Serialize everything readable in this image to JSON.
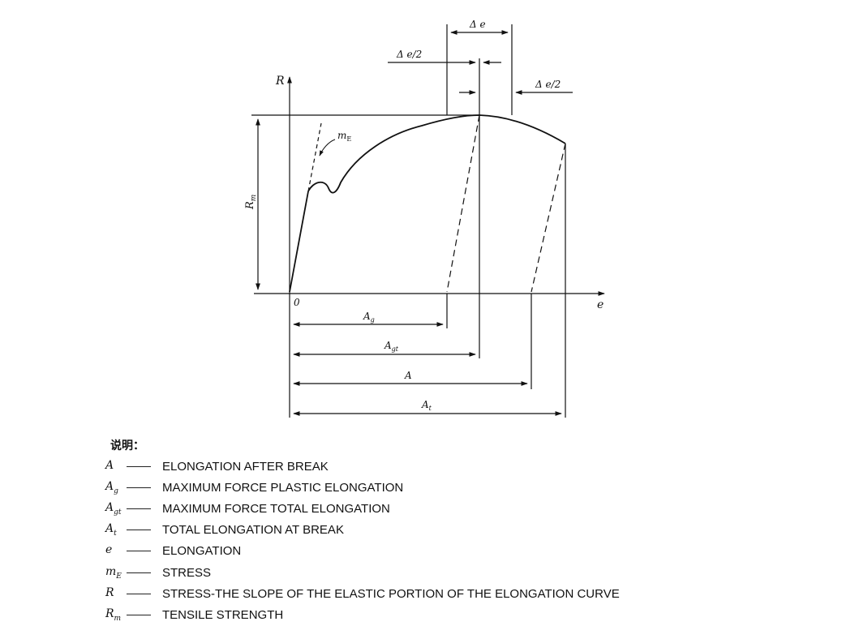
{
  "diagram": {
    "axis_y_label": "R",
    "axis_x_label": "e",
    "origin_label": "0",
    "rm_label": "R",
    "rm_sub": "m",
    "me_label": "m",
    "me_sub": "E",
    "delta_e": "Δ e",
    "delta_e_half_left": "Δ e/2",
    "delta_e_half_right": "Δ e/2",
    "dim_ag": "A",
    "dim_ag_sub": "g",
    "dim_agt": "A",
    "dim_agt_sub": "gt",
    "dim_a": "A",
    "dim_at": "A",
    "dim_at_sub": "t"
  },
  "legend": {
    "title": "说明：",
    "items": [
      {
        "symbol": "A",
        "sub": "",
        "text": "ELONGATION AFTER BREAK"
      },
      {
        "symbol": "A",
        "sub": "g",
        "text": "MAXIMUM FORCE PLASTIC ELONGATION"
      },
      {
        "symbol": "A",
        "sub": "gt",
        "text": "MAXIMUM FORCE TOTAL ELONGATION"
      },
      {
        "symbol": "A",
        "sub": "t",
        "text": "TOTAL ELONGATION AT BREAK"
      },
      {
        "symbol": "e",
        "sub": "",
        "text": "ELONGATION"
      },
      {
        "symbol": "m",
        "sub": "E",
        "text": "STRESS"
      },
      {
        "symbol": "R",
        "sub": "",
        "text": "STRESS-THE SLOPE OF THE ELASTIC PORTION OF THE ELONGATION CURVE"
      },
      {
        "symbol": "R",
        "sub": "m",
        "text": "TENSILE STRENGTH"
      }
    ]
  }
}
